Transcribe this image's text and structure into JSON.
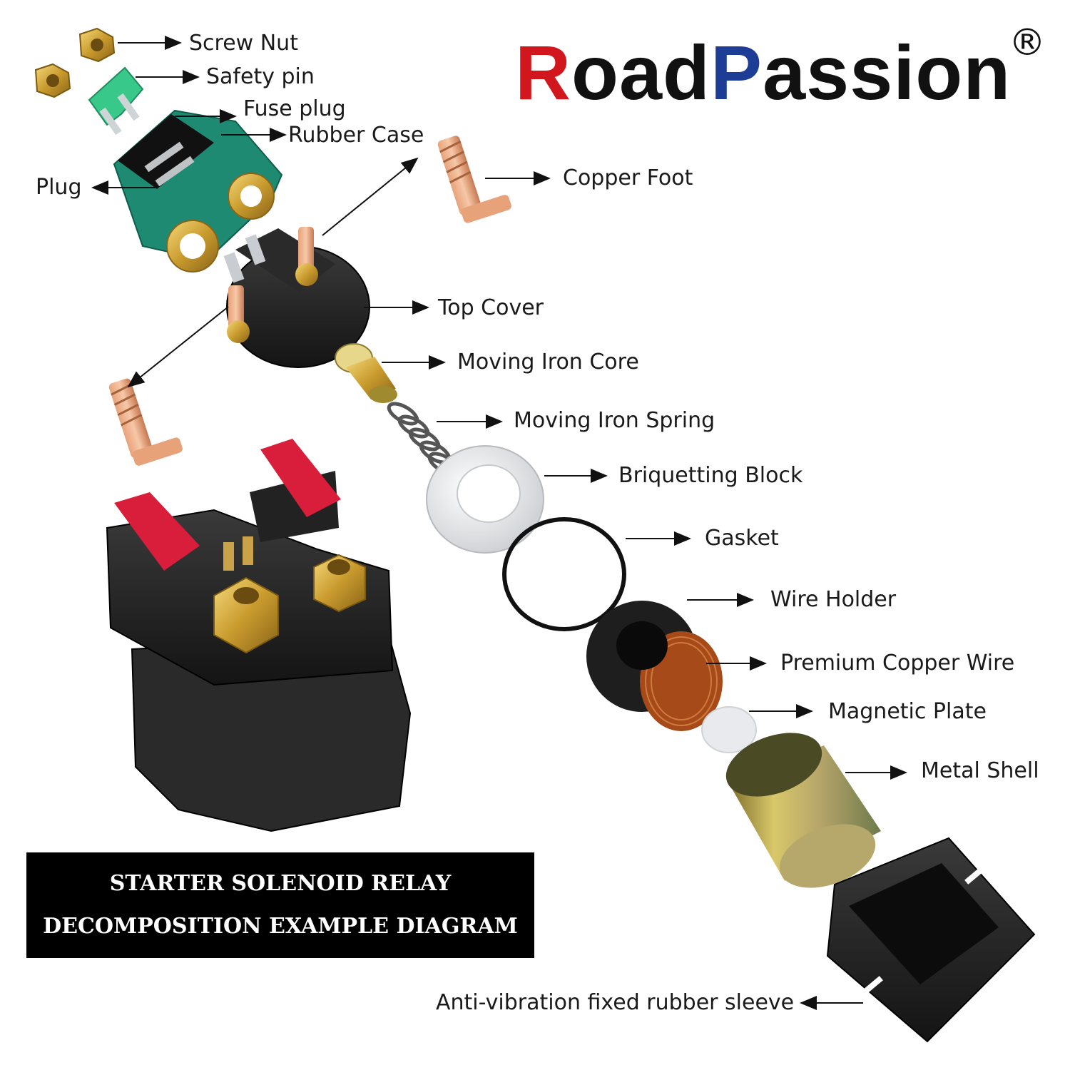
{
  "brand": {
    "red": "R",
    "part1": "oad",
    "blue": "P",
    "part2": "assion",
    "registered": "®"
  },
  "colors": {
    "brand_red": "#d2161d",
    "brand_blue": "#1d3c96",
    "title_bg": "#000000",
    "title_text": "#ffffff"
  },
  "title": {
    "line1": "STARTER SOLENOID RELAY",
    "line2": "DECOMPOSITION EXAMPLE DIAGRAM"
  },
  "labels": {
    "screw_nut": "Screw Nut",
    "safety_pin": "Safety pin",
    "fuse_plug": "Fuse plug",
    "rubber_case": "Rubber Case",
    "plug": "Plug",
    "copper_foot": "Copper Foot",
    "top_cover": "Top Cover",
    "moving_iron_core": "Moving Iron Core",
    "moving_iron_spring": "Moving Iron Spring",
    "briquetting_block": "Briquetting Block",
    "gasket": "Gasket",
    "wire_holder": "Wire Holder",
    "premium_copper_wire": "Premium Copper Wire",
    "magnetic_plate": "Magnetic Plate",
    "metal_shell": "Metal Shell",
    "rubber_sleeve": "Anti-vibration fixed rubber sleeve"
  }
}
